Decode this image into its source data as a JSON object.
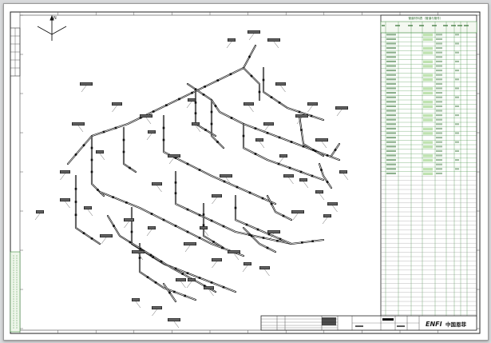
{
  "drawing": {
    "axis_label": "N",
    "table_title": "管道材料表（管道与管件）",
    "logo_text": "ENFI",
    "company": "中国恩菲"
  },
  "colors": {
    "line": "#111111",
    "table_green": "#3a8a3a",
    "highlight_green": "#bfe3b0"
  }
}
